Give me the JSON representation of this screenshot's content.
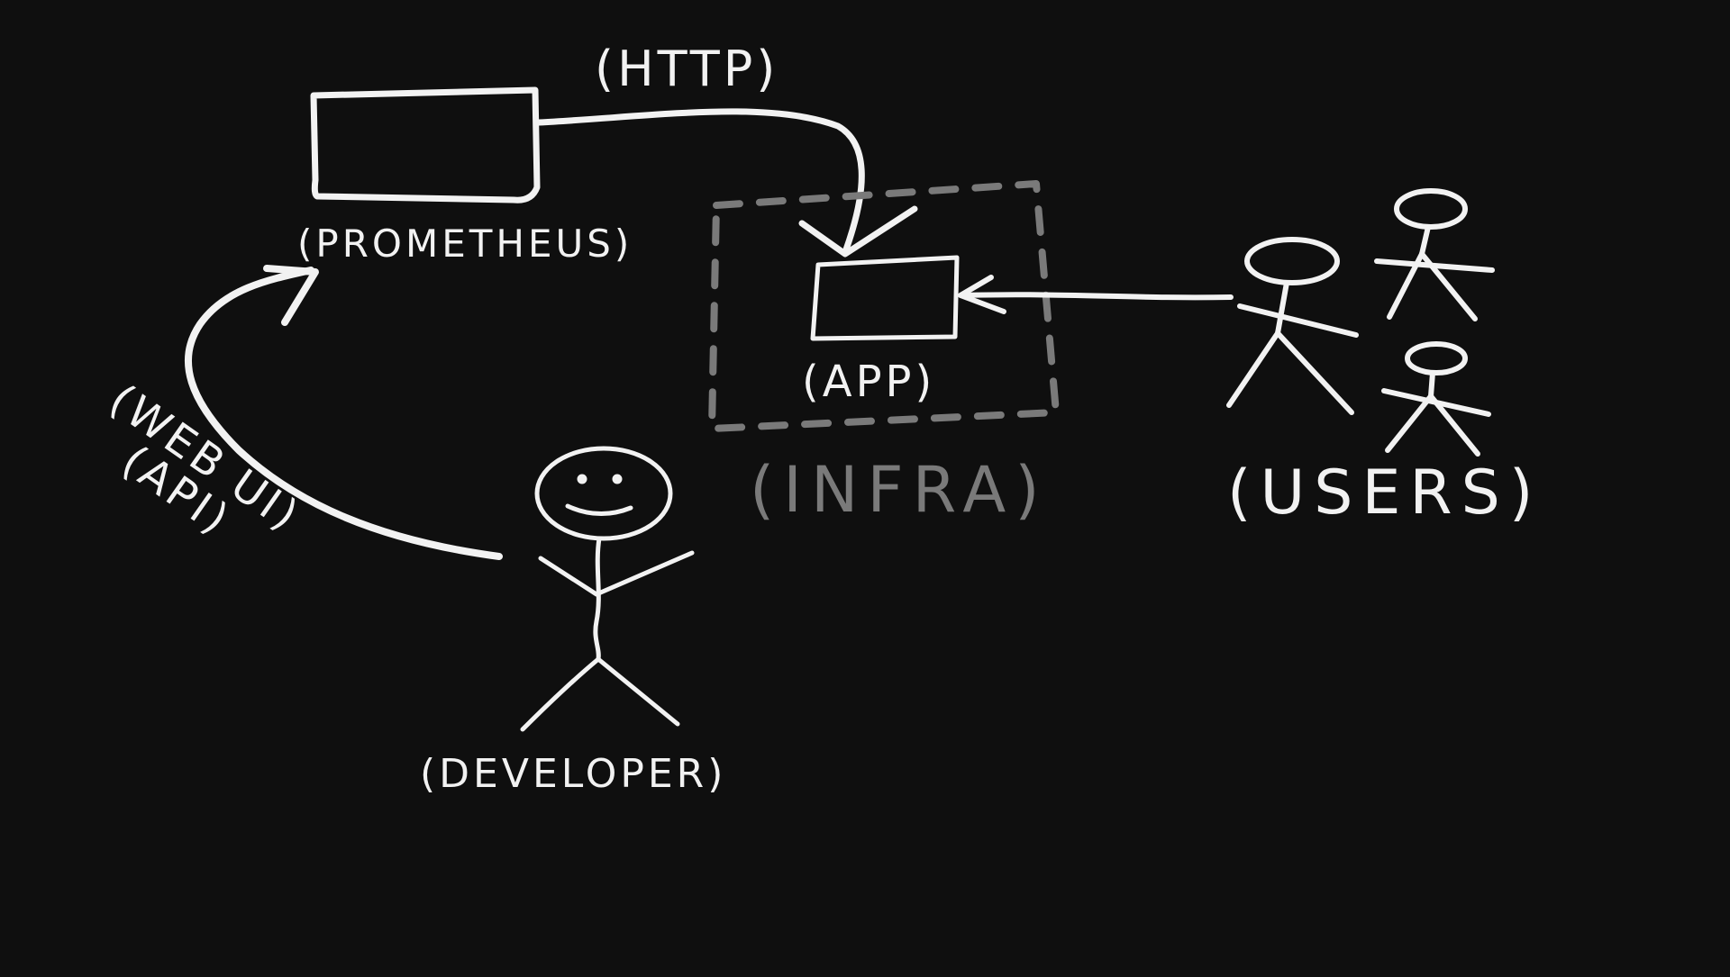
{
  "labels": {
    "http": "(HTTP)",
    "prometheus": "(PROMETHEUS)",
    "app": "(APP)",
    "infra": "(INFRA)",
    "users": "(USERS)",
    "web_ui": "(WEB UI)",
    "api": "(API)",
    "developer": "(DEVELOPER)"
  },
  "colors": {
    "background": "#0f0f0f",
    "chalk": "#f2f2f2",
    "infra_gray": "#7a7a7a"
  }
}
